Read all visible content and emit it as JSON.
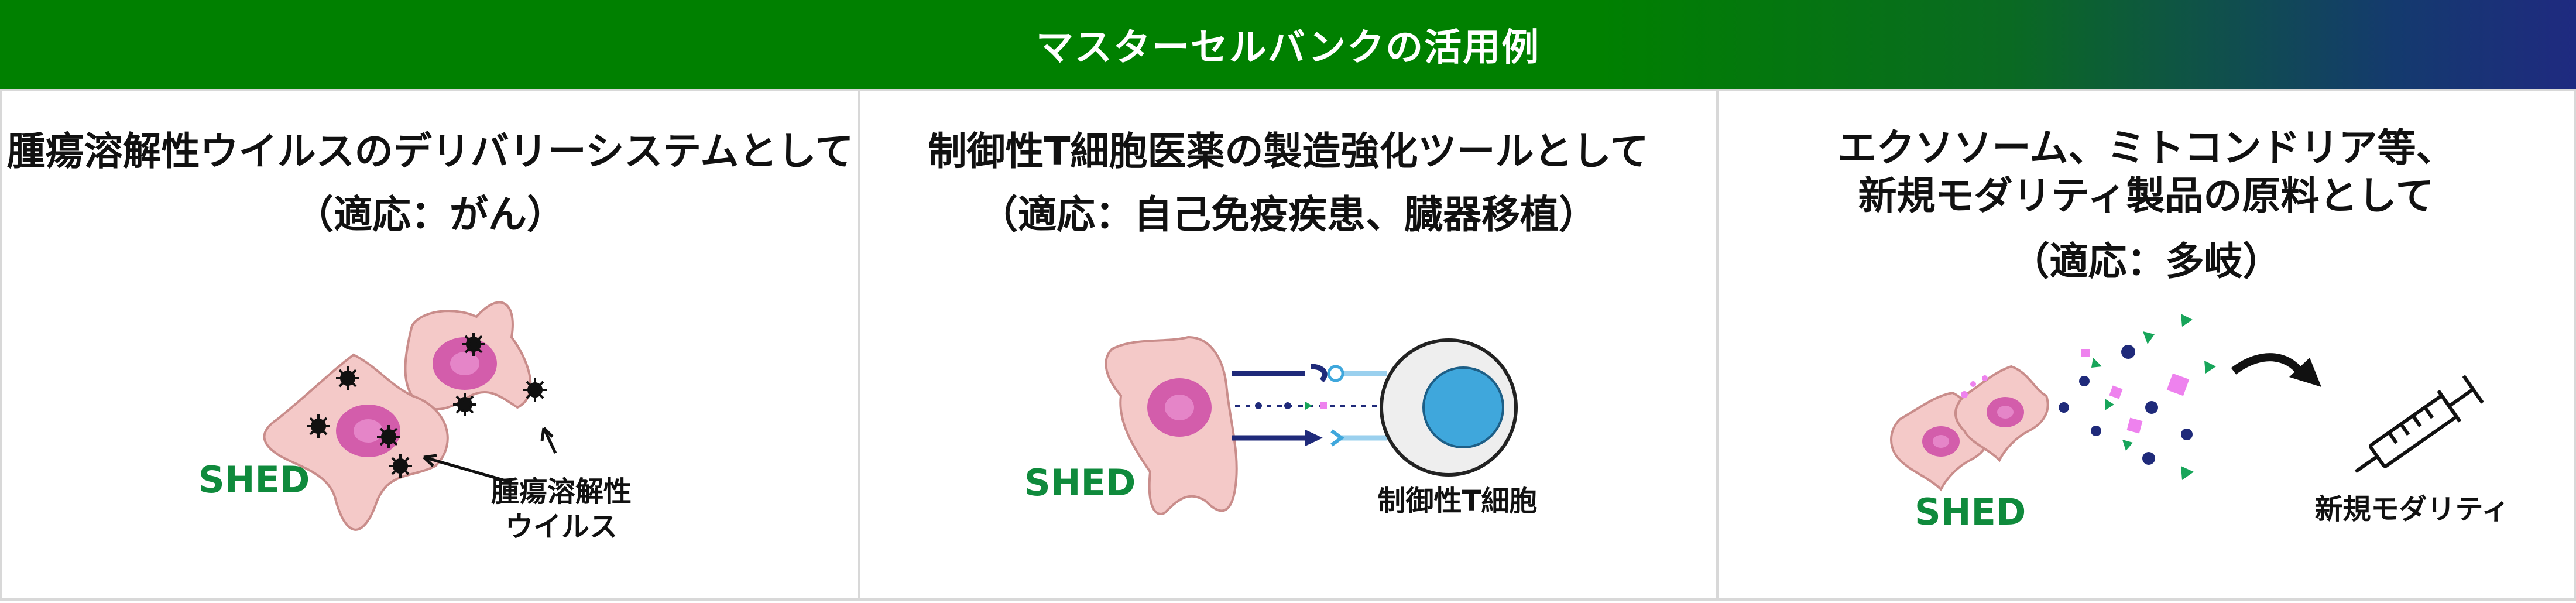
{
  "header": {
    "title": "マスターセルバンクの活用例"
  },
  "panels": [
    {
      "title_line1": "腫瘍溶解性ウイルスのデリバリーシステムとして",
      "indication": "（適応：がん）",
      "shed_label": "SHED",
      "annotation_line1": "腫瘍溶解性",
      "annotation_line2": "ウイルス"
    },
    {
      "title_line1": "制御性T細胞医薬の製造強化ツールとして",
      "indication": "（適応：自己免疫疾患、臓器移植）",
      "shed_label": "SHED",
      "annotation_line1": "制御性T細胞"
    },
    {
      "title_line1": "エクソソーム、ミトコンドリア等、",
      "title_line2": "新規モダリティ製品の原料として",
      "indication": "（適応：多岐）",
      "shed_label": "SHED",
      "annotation_line1": "新規モダリティ"
    }
  ],
  "colors": {
    "header_green": "#008000",
    "header_navy": "#1f2a80",
    "shed_green": "#0f8a3c",
    "cell_fill": "#f4c9c8",
    "nucleus": "#cc4aa6",
    "tcell_blue": "#3fa7dc",
    "receptor_navy": "#1f2a7a",
    "particle_magenta": "#ee82ee",
    "particle_green": "#18a55a"
  }
}
